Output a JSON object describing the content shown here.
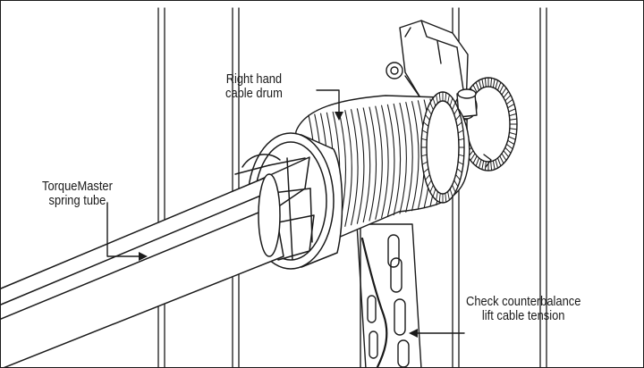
{
  "callouts": {
    "drum": {
      "line1": "Right hand",
      "line2": "cable drum"
    },
    "tube": {
      "line1": "TorqueMaster",
      "line2": "spring tube"
    },
    "cable": {
      "line1": "Check counterbalance",
      "line2": "lift cable tension"
    }
  },
  "colors": {
    "ink": "#1a1a1a",
    "fill": "#ffffff"
  }
}
